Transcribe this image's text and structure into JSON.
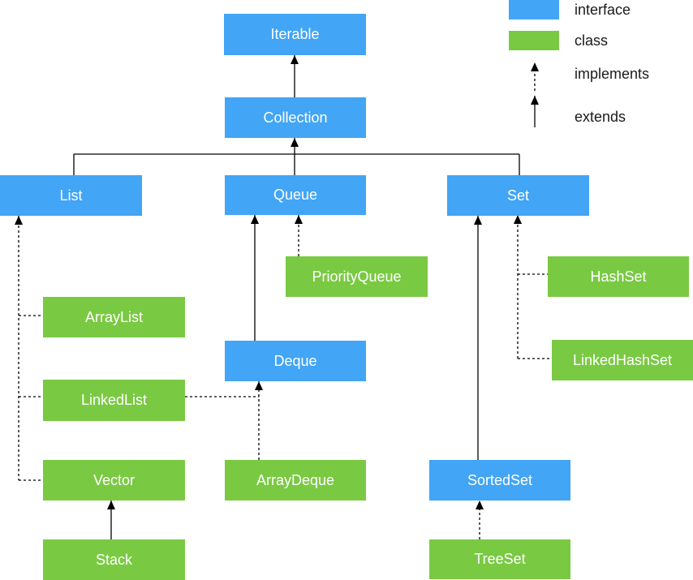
{
  "colors": {
    "interface": "#42a5f5",
    "class": "#7ac943",
    "line": "#000000"
  },
  "legend": {
    "interface": "interface",
    "class": "class",
    "implements": "implements",
    "extends": "extends"
  },
  "nodes": {
    "iterable": {
      "label": "Iterable",
      "kind": "interface"
    },
    "collection": {
      "label": "Collection",
      "kind": "interface"
    },
    "list": {
      "label": "List",
      "kind": "interface"
    },
    "queue": {
      "label": "Queue",
      "kind": "interface"
    },
    "set": {
      "label": "Set",
      "kind": "interface"
    },
    "priority_queue": {
      "label": "PriorityQueue",
      "kind": "class"
    },
    "array_list": {
      "label": "ArrayList",
      "kind": "class"
    },
    "linked_list": {
      "label": "LinkedList",
      "kind": "class"
    },
    "vector": {
      "label": "Vector",
      "kind": "class"
    },
    "stack": {
      "label": "Stack",
      "kind": "class"
    },
    "deque": {
      "label": "Deque",
      "kind": "interface"
    },
    "array_deque": {
      "label": "ArrayDeque",
      "kind": "class"
    },
    "hash_set": {
      "label": "HashSet",
      "kind": "class"
    },
    "linked_hash_set": {
      "label": "LinkedHashSet",
      "kind": "class"
    },
    "sorted_set": {
      "label": "SortedSet",
      "kind": "interface"
    },
    "tree_set": {
      "label": "TreeSet",
      "kind": "class"
    }
  }
}
